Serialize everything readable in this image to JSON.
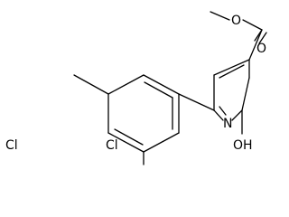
{
  "molecule": {
    "atoms": {
      "methyl_oxygen": "O",
      "carbonyl_oxygen": "O",
      "ring_nitrogen": "N",
      "hydroxyl": "OH",
      "chloro_para": "Cl",
      "chloro_ortho": "Cl"
    }
  }
}
